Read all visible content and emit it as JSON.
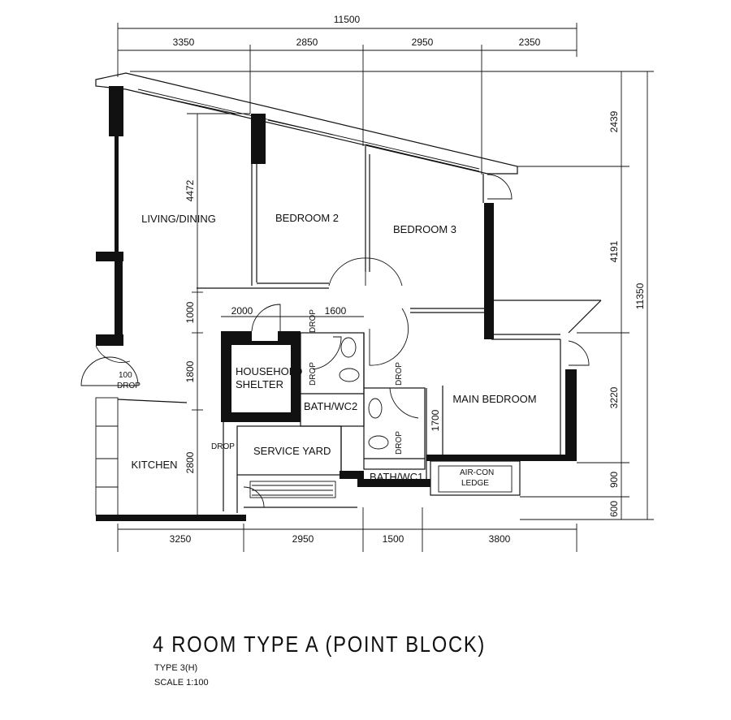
{
  "plan": {
    "title": "4 ROOM TYPE A (POINT BLOCK)",
    "type": "TYPE 3(H)",
    "scale": "SCALE   1:100"
  },
  "dimensions": {
    "top_total": "11500",
    "top": [
      "3350",
      "2850",
      "2950",
      "2350"
    ],
    "right": [
      "2439",
      "4191",
      "3220",
      "900",
      "600"
    ],
    "right_total": "11350",
    "bottom": [
      "3250",
      "2950",
      "1500",
      "3800"
    ],
    "inner_left": [
      "4472",
      "1000",
      "1800",
      "2800"
    ],
    "shelter_width": "2000",
    "bath2_width": "1600",
    "bath1_depth": "1700",
    "entry": "100"
  },
  "rooms": {
    "living": "LIVING/DINING",
    "bedroom2": "BEDROOM  2",
    "bedroom3": "BEDROOM  3",
    "main": "MAIN  BEDROOM",
    "shelter1": "HOUSEHOLD",
    "shelter2": "SHELTER",
    "bath2": "BATH/WC2",
    "bath1": "BATH/WC1",
    "service": "SERVICE  YARD",
    "kitchen": "KITCHEN",
    "aircon1": "AIR-CON",
    "aircon2": "LEDGE"
  },
  "labels": {
    "drop": "DROP"
  }
}
